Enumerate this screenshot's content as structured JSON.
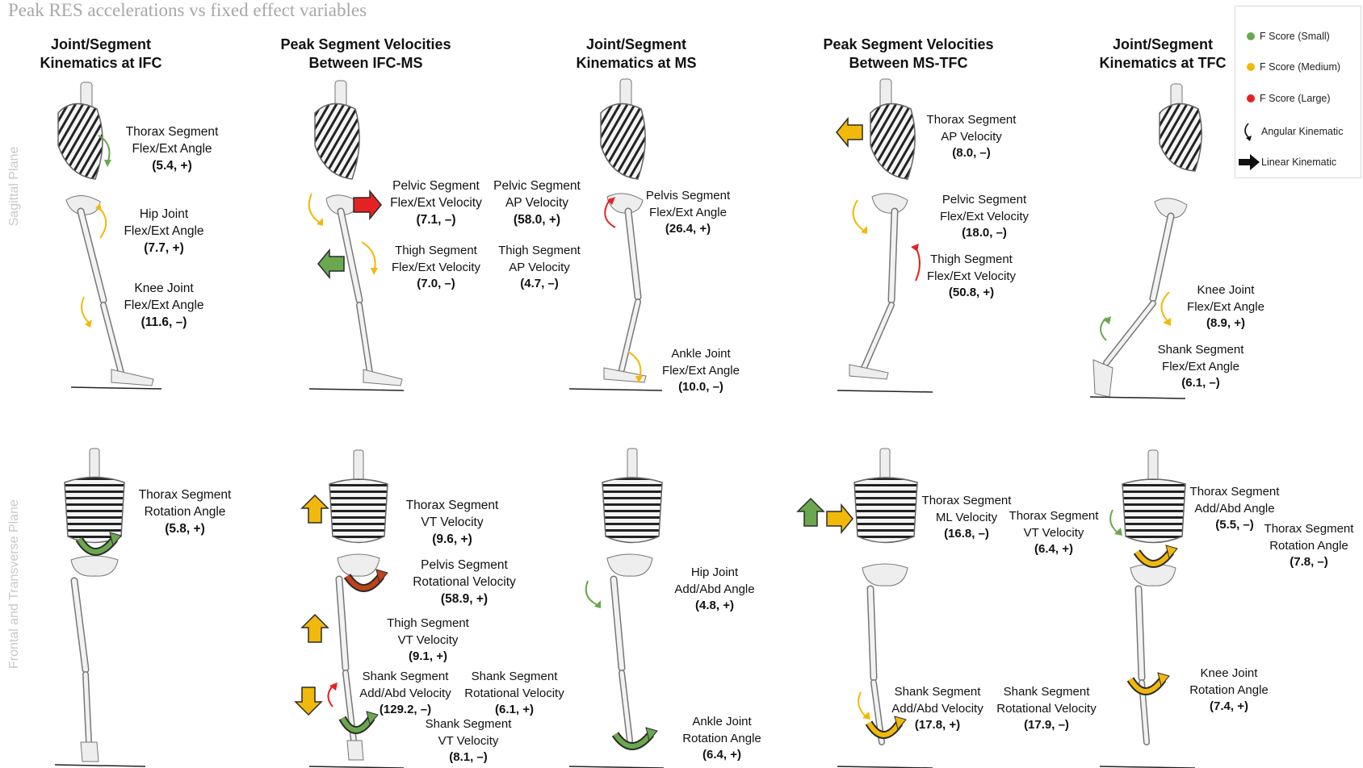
{
  "title": "Peak RES accelerations vs fixed effect variables",
  "side_labels": {
    "sagittal": "Sagittal Plane",
    "frontal": "Frontal and Transverse Plane"
  },
  "columns": [
    {
      "line1": "Joint/Segment",
      "line2": "Kinematics at IFC"
    },
    {
      "line1": "Peak Segment Velocities",
      "line2": "Between IFC-MS"
    },
    {
      "line1": "Joint/Segment",
      "line2": "Kinematics at MS"
    },
    {
      "line1": "Peak Segment Velocities",
      "line2": "Between MS-TFC"
    },
    {
      "line1": "Joint/Segment",
      "line2": "Kinematics at TFC"
    }
  ],
  "legend": {
    "small": {
      "label": "F Score (Small)",
      "color": "#6aa84f"
    },
    "medium": {
      "label": "F Score (Medium)",
      "color": "#f1b90b"
    },
    "large": {
      "label": "F Score (Large)",
      "color": "#e52222"
    },
    "angular": {
      "label": "Angular Kinematic",
      "icon": "curved-arrow-icon"
    },
    "linear": {
      "label": "Linear Kinematic",
      "icon": "block-arrow-icon"
    }
  },
  "labels": {
    "ifc_thorax": {
      "l1": "Thorax Segment",
      "l2": "Flex/Ext Angle",
      "v": "(5.4, +)"
    },
    "ifc_hip": {
      "l1": "Hip Joint",
      "l2": "Flex/Ext Angle",
      "v": "(7.7, +)"
    },
    "ifc_knee": {
      "l1": "Knee Joint",
      "l2": "Flex/Ext Angle",
      "v": "(11.6, –)"
    },
    "v1_pelvic_fe": {
      "l1": "Pelvic Segment",
      "l2": "Flex/Ext Velocity",
      "v": "(7.1, –)"
    },
    "v1_pelvic_ap": {
      "l1": "Pelvic Segment",
      "l2": "AP Velocity",
      "v": "(58.0, +)"
    },
    "v1_thigh_fe": {
      "l1": "Thigh Segment",
      "l2": "Flex/Ext Velocity",
      "v": "(7.0, –)"
    },
    "v1_thigh_ap": {
      "l1": "Thigh Segment",
      "l2": "AP Velocity",
      "v": "(4.7, –)"
    },
    "ms_pelvis": {
      "l1": "Pelvis Segment",
      "l2": "Flex/Ext Angle",
      "v": "(26.4, +)"
    },
    "ms_ankle": {
      "l1": "Ankle Joint",
      "l2": "Flex/Ext Angle",
      "v": "(10.0, –)"
    },
    "v2_thorax_ap": {
      "l1": "Thorax Segment",
      "l2": "AP Velocity",
      "v": "(8.0, –)"
    },
    "v2_pelvic_fe": {
      "l1": "Pelvic Segment",
      "l2": "Flex/Ext Velocity",
      "v": "(18.0, –)"
    },
    "v2_thigh_fe": {
      "l1": "Thigh Segment",
      "l2": "Flex/Ext Velocity",
      "v": "(50.8, +)"
    },
    "tfc_knee": {
      "l1": "Knee Joint",
      "l2": "Flex/Ext Angle",
      "v": "(8.9, +)"
    },
    "tfc_shank": {
      "l1": "Shank Segment",
      "l2": "Flex/Ext Angle",
      "v": "(6.1, –)"
    },
    "f_ifc_thorax": {
      "l1": "Thorax Segment",
      "l2": "Rotation Angle",
      "v": "(5.8, +)"
    },
    "f_v1_thorax_vt": {
      "l1": "Thorax Segment",
      "l2": "VT Velocity",
      "v": "(9.6, +)"
    },
    "f_v1_pelvis_rot": {
      "l1": "Pelvis Segment",
      "l2": "Rotational Velocity",
      "v": "(58.9, +)"
    },
    "f_v1_thigh_vt": {
      "l1": "Thigh Segment",
      "l2": "VT Velocity",
      "v": "(9.1, +)"
    },
    "f_v1_shank_aa": {
      "l1": "Shank Segment",
      "l2": "Add/Abd Velocity",
      "v": "(129.2, –)"
    },
    "f_v1_shank_rot": {
      "l1": "Shank Segment",
      "l2": "Rotational Velocity",
      "v": "(6.1, +)"
    },
    "f_v1_shank_vt": {
      "l1": "Shank Segment",
      "l2": "VT Velocity",
      "v": "(8.1, –)"
    },
    "f_ms_hip": {
      "l1": "Hip Joint",
      "l2": "Add/Abd Angle",
      "v": "(4.8, +)"
    },
    "f_ms_ankle": {
      "l1": "Ankle Joint",
      "l2": "Rotation Angle",
      "v": "(6.4, +)"
    },
    "f_v2_thorax_ml": {
      "l1": "Thorax Segment",
      "l2": "ML Velocity",
      "v": "(16.8, –)"
    },
    "f_v2_thorax_vt": {
      "l1": "Thorax Segment",
      "l2": "VT Velocity",
      "v": "(6.4, +)"
    },
    "f_v2_shank_aa": {
      "l1": "Shank Segment",
      "l2": "Add/Abd Velocity",
      "v": "(17.8, +)"
    },
    "f_v2_shank_rot": {
      "l1": "Shank Segment",
      "l2": "Rotational Velocity",
      "v": "(17.9, –)"
    },
    "f_tfc_thorax_aa": {
      "l1": "Thorax Segment",
      "l2": "Add/Abd Angle",
      "v": "(5.5, –)"
    },
    "f_tfc_thorax_rot": {
      "l1": "Thorax Segment",
      "l2": "Rotation Angle",
      "v": "(7.8, –)"
    },
    "f_tfc_knee": {
      "l1": "Knee Joint",
      "l2": "Rotation Angle",
      "v": "(7.4, +)"
    }
  }
}
